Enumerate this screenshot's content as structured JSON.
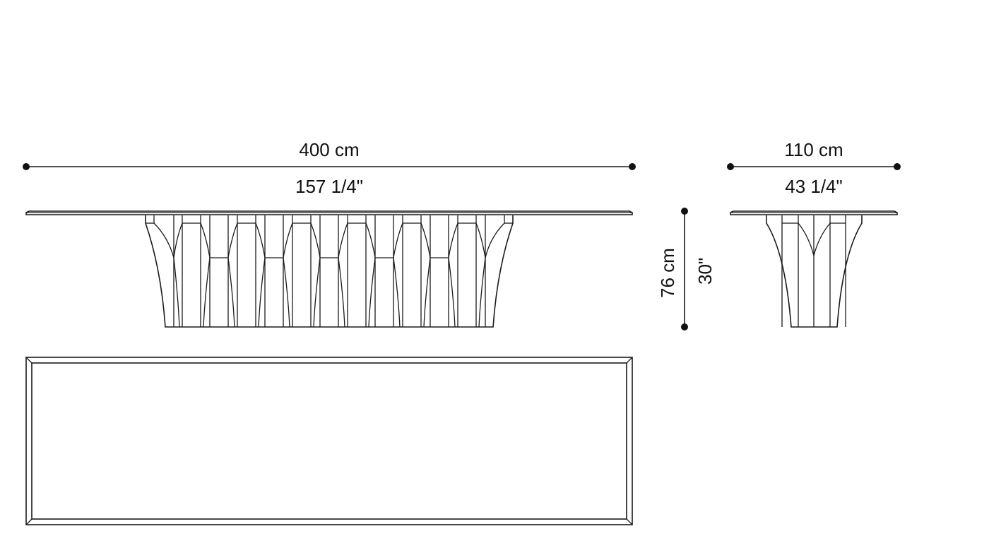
{
  "drawing": {
    "title": "Rectangular dining table – technical dimensions",
    "line_color": "#1a1a1a",
    "background": "#ffffff"
  },
  "dimensions": {
    "length": {
      "metric": "400 cm",
      "imperial": "157 1/4\""
    },
    "depth": {
      "metric": "110 cm",
      "imperial": "43 1/4\""
    },
    "height": {
      "metric": "76 cm",
      "imperial": "30\""
    }
  },
  "views": {
    "front": {
      "name": "front elevation",
      "panel_count": 12
    },
    "side": {
      "name": "side elevation",
      "panel_count": 4
    },
    "top": {
      "name": "plan view"
    }
  }
}
